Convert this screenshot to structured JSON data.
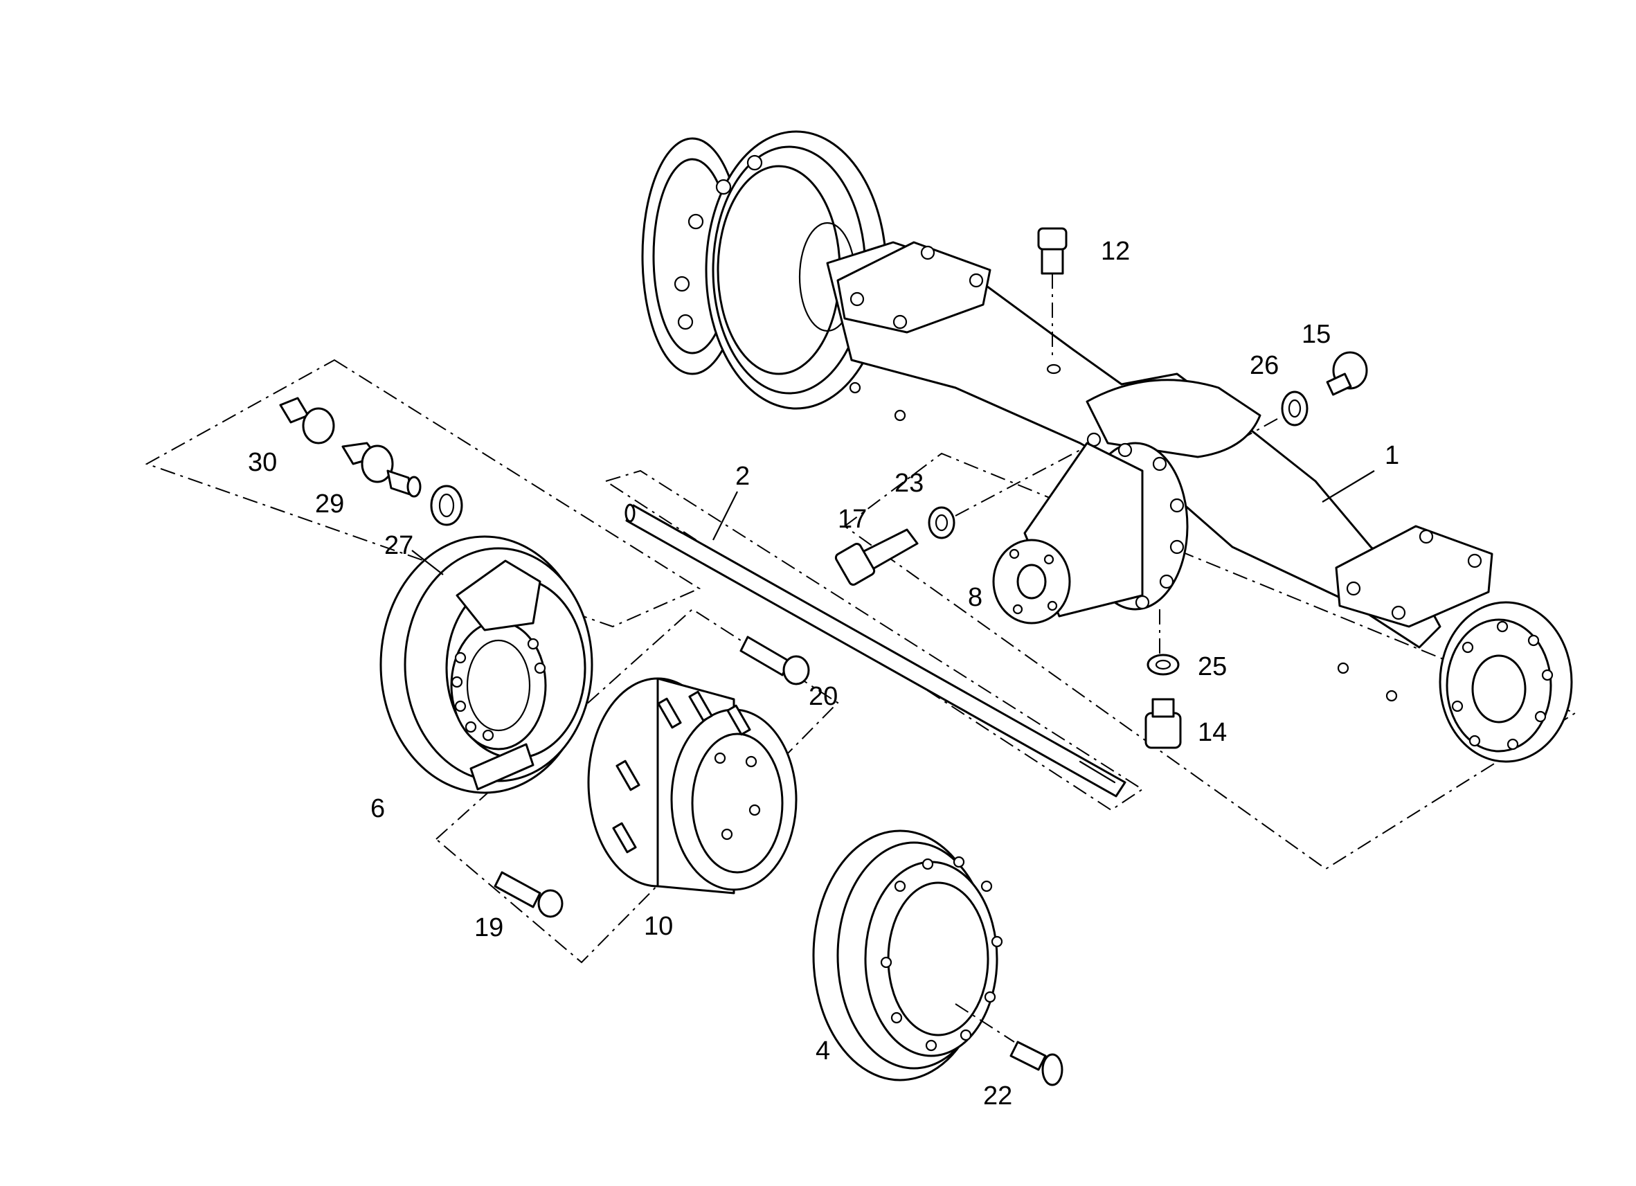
{
  "diagram": {
    "type": "exploded-parts-drawing",
    "labels": {
      "p1": "1",
      "p2": "2",
      "p4": "4",
      "p6": "6",
      "p8": "8",
      "p10": "10",
      "p12": "12",
      "p14": "14",
      "p15": "15",
      "p17": "17",
      "p19": "19",
      "p20": "20",
      "p22": "22",
      "p23": "23",
      "p25": "25",
      "p26": "26",
      "p27": "27",
      "p29": "29",
      "p30": "30"
    },
    "colors": {
      "line": "#000000",
      "background": "#ffffff"
    }
  }
}
